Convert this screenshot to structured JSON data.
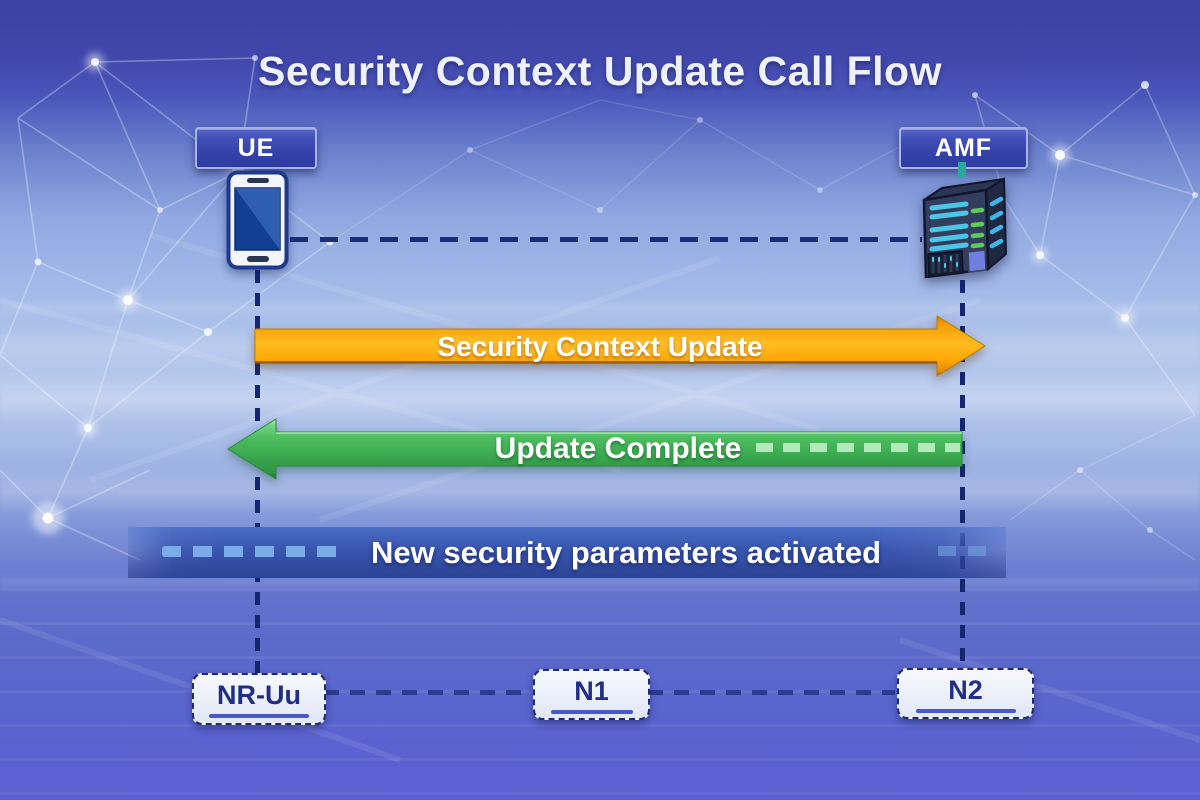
{
  "title": "Security Context Update Call Flow",
  "actors": {
    "ue": {
      "label": "UE",
      "icon": "smartphone-icon"
    },
    "amf": {
      "label": "AMF",
      "icon": "server-icon"
    }
  },
  "messages": {
    "security_context_update": {
      "label": "Security Context Update",
      "from": "UE",
      "to": "AMF",
      "style": "solid-arrow",
      "color": "#f7a600"
    },
    "update_complete": {
      "label": "Update Complete",
      "from": "AMF",
      "to": "UE",
      "style": "solid-arrow-with-dashes",
      "color": "#44b35a"
    },
    "new_params": {
      "label": "New security parameters activated",
      "style": "status-banner",
      "color": "#3a57b0"
    }
  },
  "interfaces": {
    "nr_uu": {
      "label": "NR-Uu"
    },
    "n1": {
      "label": "N1"
    },
    "n2": {
      "label": "N2"
    }
  },
  "colors": {
    "background_top": "#3e45a8",
    "background_middle": "#acc1ea",
    "background_bottom": "#5a5fd2",
    "lifeline": "#16266e",
    "actor_box": "#3543aa",
    "arrow_orange": "#f7a600",
    "arrow_green": "#44b35a",
    "banner_blue": "#3a57b0",
    "interface_text": "#202e86"
  }
}
